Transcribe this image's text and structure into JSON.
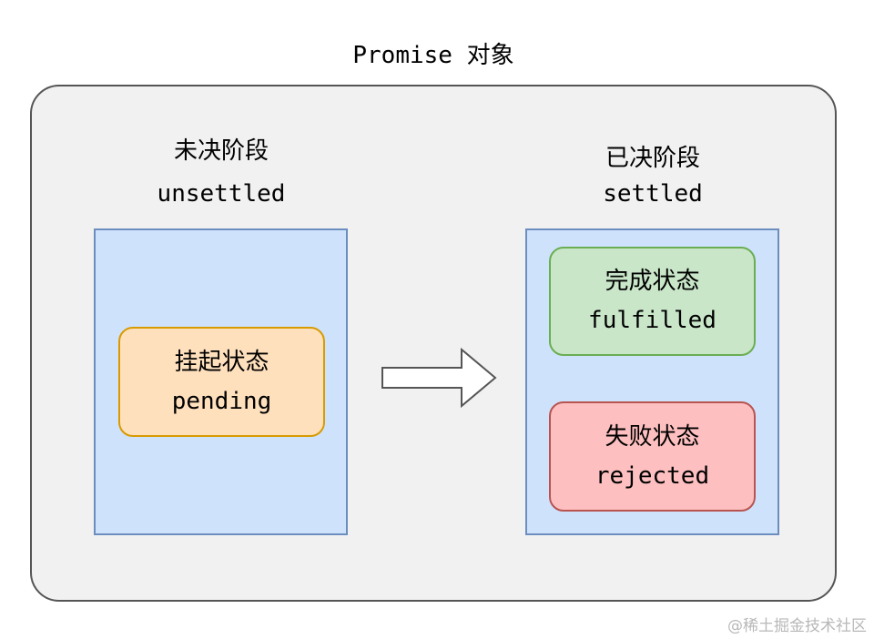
{
  "title": "Promise 对象",
  "unsettled": {
    "label_cn": "未决阶段",
    "label_en": "unsettled",
    "states": [
      {
        "cn": "挂起状态",
        "en": "pending",
        "fill": "#ffe0bd",
        "stroke": "#d79b00"
      }
    ]
  },
  "settled": {
    "label_cn": "已决阶段",
    "label_en": "settled",
    "states": [
      {
        "cn": "完成状态",
        "en": "fulfilled",
        "fill": "#c9e6c9",
        "stroke": "#6aae52"
      },
      {
        "cn": "失败状态",
        "en": "rejected",
        "fill": "#fdbfc0",
        "stroke": "#b85450"
      }
    ]
  },
  "watermark": "@稀土掘金技术社区",
  "colors": {
    "phase_fill": "#cfe2fb",
    "phase_stroke": "#6c8ebf",
    "container_fill": "#f1f1f1"
  }
}
